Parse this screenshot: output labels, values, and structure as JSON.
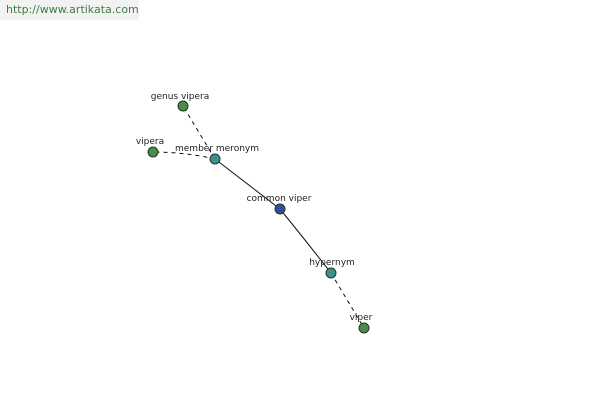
{
  "watermark": {
    "url_text": "http://www.artikata.com",
    "text_color": "#3f7f3f"
  },
  "colors": {
    "word_node": "#4e8a4e",
    "relation_node": "#3f8f8f",
    "center_node": "#3b4aa0"
  },
  "nodes": {
    "genus_vipera": {
      "label": "genus vipera"
    },
    "vipera": {
      "label": "vipera"
    },
    "member_meronym": {
      "label": "member meronym"
    },
    "common_viper": {
      "label": "common viper"
    },
    "hypernym": {
      "label": "hypernym"
    },
    "viper": {
      "label": "viper"
    }
  }
}
